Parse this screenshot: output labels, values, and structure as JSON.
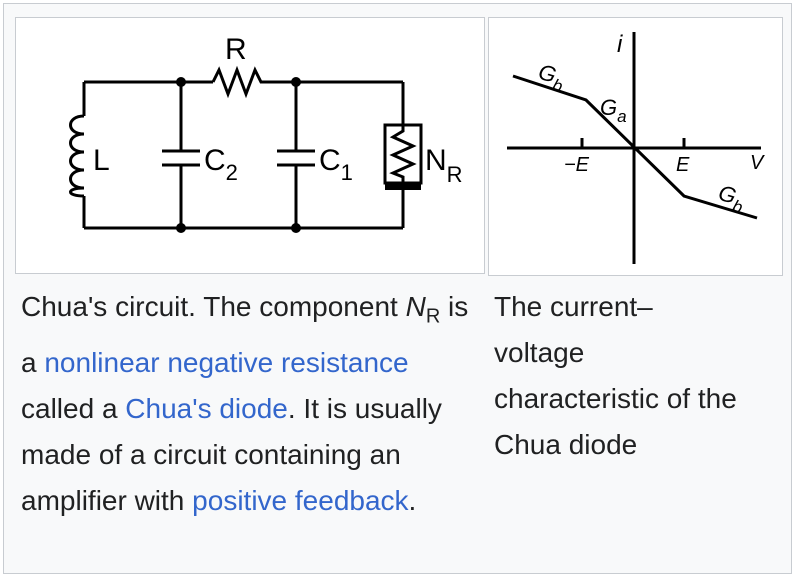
{
  "figure1": {
    "labels": {
      "R": "R",
      "L": "L",
      "C2_main": "C",
      "C2_sub": "2",
      "C1_main": "C",
      "C1_sub": "1",
      "NR_main": "N",
      "NR_sub": "R"
    },
    "caption": {
      "t1": "Chua's circuit. The component ",
      "nr_main": "N",
      "nr_sub": "R",
      "t2": " is a ",
      "link1": "nonlinear negative resistance",
      "t3": " called a ",
      "link2": "Chua's diode",
      "t4": ". It is usually made of a circuit containing an amplifier with ",
      "link3": "positive feedback",
      "t5": "."
    }
  },
  "figure2": {
    "labels": {
      "i": "i",
      "v": "V",
      "negE": "−E",
      "posE": "E",
      "Gb_top_main": "G",
      "Gb_top_sub": "b",
      "Ga_main": "G",
      "Ga_sub": "a",
      "Gb_bot_main": "G",
      "Gb_bot_sub": "b"
    },
    "caption": "The current– voltage characteristic of the Chua diode"
  },
  "colors": {
    "link": "#3366cc",
    "text": "#202122",
    "border": "#c8ccd1",
    "background": "#f8f9fa"
  }
}
